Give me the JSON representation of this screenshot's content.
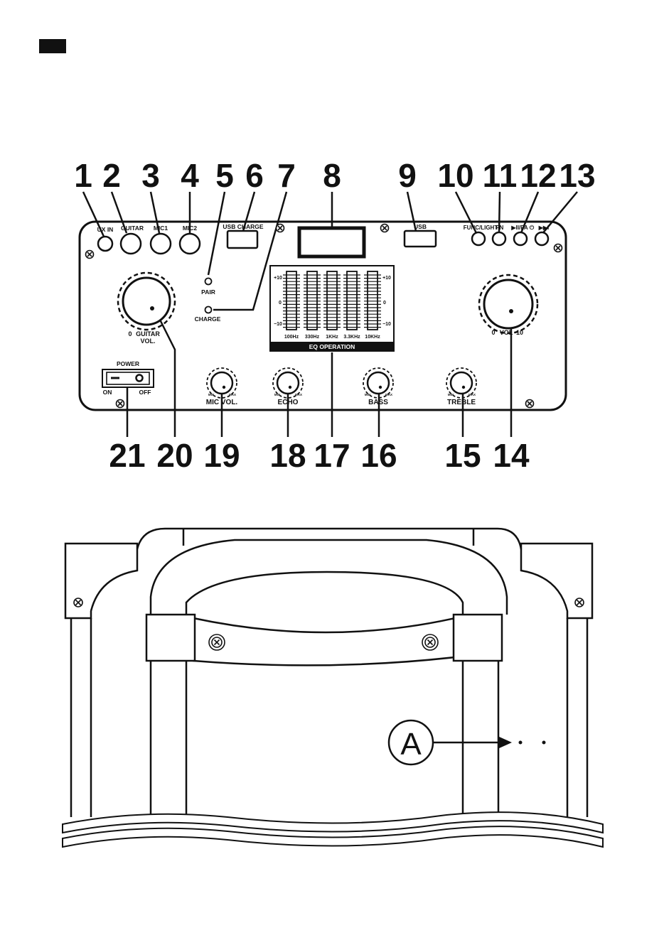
{
  "top_panel": {
    "callouts": [
      "1",
      "2",
      "3",
      "4",
      "5",
      "6",
      "7",
      "8",
      "9",
      "10",
      "11",
      "12",
      "13",
      "14",
      "15",
      "16",
      "17",
      "18",
      "19",
      "20",
      "21"
    ],
    "jack_labels": {
      "aux_in": "UX IN",
      "guitar": "GUITAR",
      "mic1": "MIC1",
      "mic2": "MIC2",
      "usb_charge": "USB CHARGE",
      "usb": "USB",
      "func_light": "FUNC/LIGHT",
      "prev": "FN",
      "play_pause": "▶II/PA",
      "power_icon": "⏻",
      "next": "▶▶I"
    },
    "pair_label": "PAIR",
    "charge_label": "CHARGE",
    "guitar_vol": {
      "min": "0",
      "name": "GUITAR",
      "vol": "VOL."
    },
    "main_vol": {
      "min": "0",
      "name": "VOL",
      "max": "10"
    },
    "power_switch": {
      "title": "POWER",
      "on": "ON",
      "off": "OFF"
    },
    "knob_labels": {
      "mic_vol": "MIC VOL.",
      "echo": "ECHO",
      "bass": "BASS",
      "treble": "TREBLE",
      "min": "MIN",
      "max": "MAX"
    },
    "eq": {
      "scale_top": "+10",
      "scale_mid": "0",
      "scale_bottom": "−10",
      "bands": [
        "100Hz",
        "330Hz",
        "1KHz",
        "3.3KHz",
        "10KHz"
      ],
      "title": "EQ OPERATION"
    }
  },
  "bottom": {
    "marker": "A"
  }
}
